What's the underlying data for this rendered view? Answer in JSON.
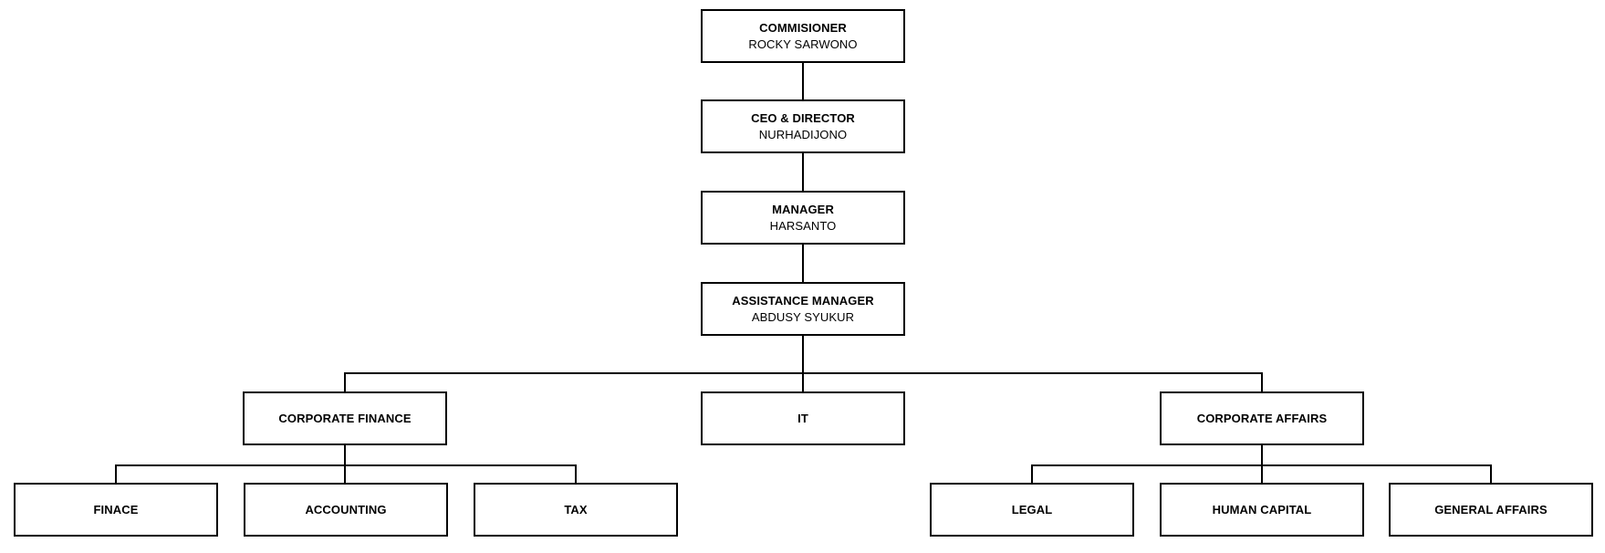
{
  "org_chart": {
    "style": {
      "background": "#ffffff",
      "box_fill": "#ffffff",
      "box_border_color": "#000000",
      "line_color": "#000000",
      "text_color": "#000000"
    },
    "nodes": {
      "commisioner": {
        "title": "COMMISIONER",
        "person": "ROCKY SARWONO"
      },
      "ceo_director": {
        "title": "CEO & DIRECTOR",
        "person": "NURHADIJONO"
      },
      "manager": {
        "title": "MANAGER",
        "person": "HARSANTO"
      },
      "assistance_manager": {
        "title": "ASSISTANCE MANAGER",
        "person": "ABDUSY SYUKUR"
      },
      "corporate_finance": {
        "title": "CORPORATE FINANCE"
      },
      "it": {
        "title": "IT"
      },
      "corporate_affairs": {
        "title": "CORPORATE AFFAIRS"
      },
      "finace": {
        "title": "FINACE"
      },
      "accounting": {
        "title": "ACCOUNTING"
      },
      "tax": {
        "title": "TAX"
      },
      "legal": {
        "title": "LEGAL"
      },
      "human_capital": {
        "title": "HUMAN CAPITAL"
      },
      "general_affairs": {
        "title": "GENERAL AFFAIRS"
      }
    },
    "hierarchy": [
      {
        "parent": "commisioner",
        "children": [
          "ceo_director"
        ]
      },
      {
        "parent": "ceo_director",
        "children": [
          "manager"
        ]
      },
      {
        "parent": "manager",
        "children": [
          "assistance_manager"
        ]
      },
      {
        "parent": "assistance_manager",
        "children": [
          "corporate_finance",
          "it",
          "corporate_affairs"
        ]
      },
      {
        "parent": "corporate_finance",
        "children": [
          "finace",
          "accounting",
          "tax"
        ]
      },
      {
        "parent": "corporate_affairs",
        "children": [
          "legal",
          "human_capital",
          "general_affairs"
        ]
      }
    ]
  }
}
